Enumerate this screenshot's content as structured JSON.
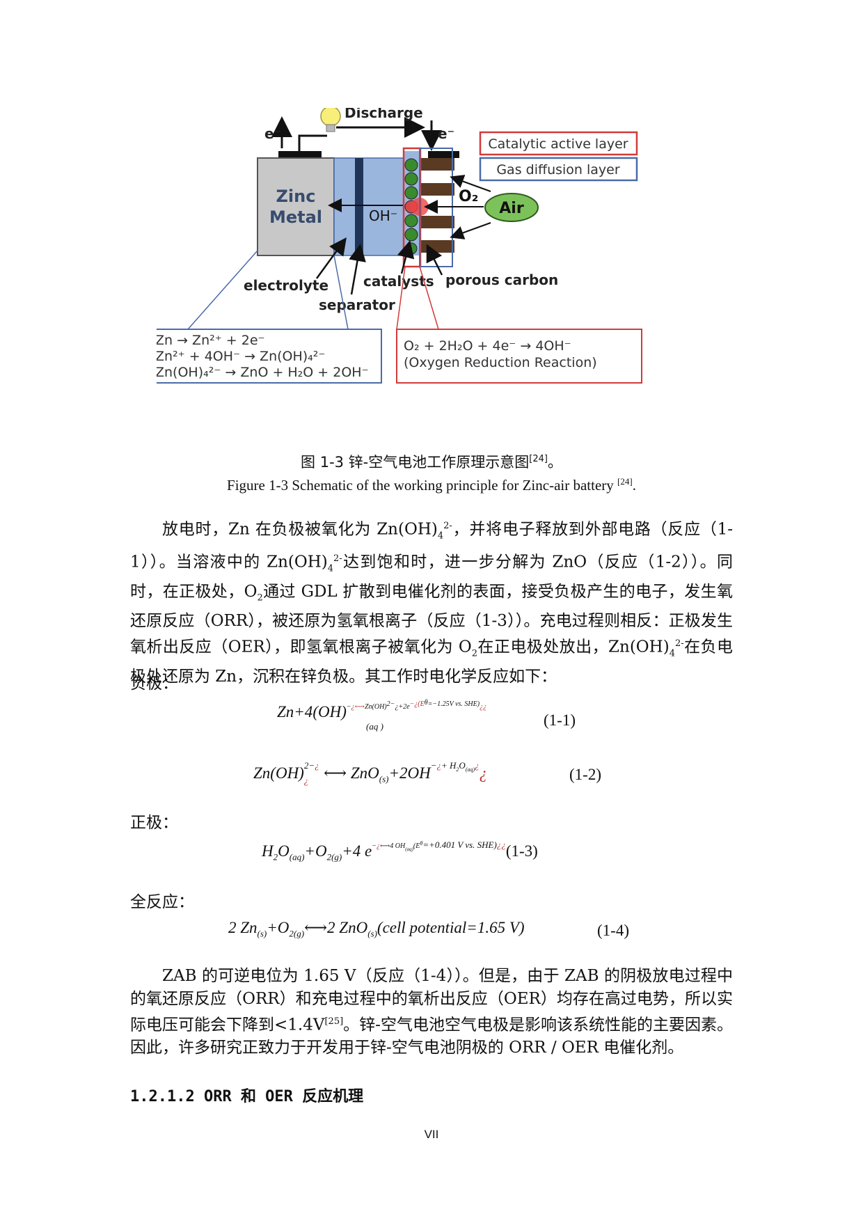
{
  "figure": {
    "discharge": "Discharge",
    "e_left": "e⁻",
    "e_right": "e⁻",
    "zinc_line1": "Zinc",
    "zinc_line2": "Metal",
    "oh": "OH⁻",
    "o2": "O₂",
    "air": "Air",
    "catalytic_layer": "Catalytic active layer",
    "gas_layer": "Gas diffusion layer",
    "electrolyte": "electrolyte",
    "catalysts": "catalysts",
    "porous_carbon": "porous carbon",
    "separator": "separator",
    "anode_eq1": "Zn → Zn²⁺ + 2e⁻",
    "anode_eq2": "Zn²⁺ + 4OH⁻ → Zn(OH)₄²⁻",
    "anode_eq3": "Zn(OH)₄²⁻ → ZnO + H₂O + 2OH⁻",
    "cathode_eq1": "O₂ + 2H₂O + 4e⁻ → 4OH⁻",
    "cathode_eq2": "(Oxygen Reduction Reaction)",
    "colors": {
      "zinc": "#c8c8c8",
      "electrolyte": "#9bb6dc",
      "separator": "#1f3558",
      "catalyst": "#3a8a2e",
      "carbon": "#5a3a22",
      "red_box": "#d23a3a",
      "blue_box": "#4a6aa8",
      "air": "#7cc25a"
    }
  },
  "captions": {
    "cn_text": "图 1-3 锌-空气电池工作原理示意图",
    "cn_ref": "[24]",
    "cn_end": "。",
    "en_text": "Figure 1-3 Schematic of the working principle for Zinc-air battery ",
    "en_ref": "[24]",
    "en_end": "."
  },
  "para1": {
    "s1": "放电时，Zn 在负极被氧化为 Zn(OH)",
    "s2": "，并将电子释放到外部电路（反应（1-1））。当溶液中的 Zn(OH)",
    "s3": "达到饱和时，进一步分解为 ZnO（反应（1-2））。同时，在正极处，O",
    "s4": "通过 GDL 扩散到电催化剂的表面，接受负极产生的电子，发生氧还原反应（ORR），被还原为氢氧根离子（反应（1-3））。充电过程则相反：正极发生氧析出反应（OER），即氢氧根离子被氧化为 O",
    "s5": "在正电极处放出，Zn(OH)",
    "s6": "在负电极处还原为 Zn，沉积在锌负极。其工作时电化学反应如下：",
    "sub4": "4",
    "sup2m": "2-",
    "sub2": "2"
  },
  "labels": {
    "anode": "负极：",
    "cathode": "正极：",
    "overall": "全反应："
  },
  "equations": {
    "eq1_main_a": "Zn+4",
    "eq1_main_b": "(OH)",
    "eq1_sup": "−",
    "eq1_red": "¿⟷",
    "eq1_tail": "Zn(OH)",
    "eq1_tail2": "2−",
    "eq1_tail3": "¿+2e",
    "eq1_tail4": "−¿(E",
    "eq1_tail5": "θ",
    "eq1_tail6": "=−1.25V vs. SHE)",
    "eq1_tail7": "¿¿",
    "eq1_sub": "(aq )",
    "eq1_num": "(1-1)",
    "eq2_a": "Zn",
    "eq2_b": "(OH)",
    "eq2_sup": "2−",
    "eq2_sup_red": "¿",
    "eq2_sub_red": "¿",
    "eq2_c": "⟷ ZnO",
    "eq2_sub_s": "(s)",
    "eq2_d": "+2OH",
    "eq2_sup2": "−",
    "eq2_sup2_red": "¿",
    "eq2_sup3": "+ H",
    "eq2_sup3b": "2",
    "eq2_sup3c": "O",
    "eq2_sup3d": "(aq)",
    "eq2_sup3e": "¿",
    "eq2_end_red": "¿",
    "eq2_num": "(1-2)",
    "eq3_a": "H",
    "eq3_a_sub": "2",
    "eq3_b": "O",
    "eq3_b_sub": "(aq)",
    "eq3_c": "+O",
    "eq3_c_sub": "2(g)",
    "eq3_d": "+4 e",
    "eq3_sup_a": "−",
    "eq3_sup_red": "¿",
    "eq3_sup_b": "⟷4 OH",
    "eq3_sup_c": "(aq)",
    "eq3_sup_d": "(E",
    "eq3_sup_e": "θ",
    "eq3_sup_f": "=+0.401 V vs. SHE)",
    "eq3_sup_red2": "¿¿",
    "eq3_num": "(1-3)",
    "eq4_a": "2 Zn",
    "eq4_a_sub": "(s)",
    "eq4_b": "+O",
    "eq4_b_sub": "2(g)",
    "eq4_c": "⟷2 ZnO",
    "eq4_c_sub": "(s)",
    "eq4_d": "(cell potential=1.65 V)",
    "eq4_num": "(1-4)"
  },
  "para2": {
    "s1": "ZAB 的可逆电位为 1.65 V（反应（1-4））。但是，由于 ZAB 的阴极放电过程中的氧还原反应（ORR）和充电过程中的氧析出反应（OER）均存在高过电势，所以实际电压可能会下降到<1.4V",
    "ref": "[25]",
    "s2": "。锌-空气电池空气电极是影响该系统性能的主要因素。因此，许多研究正致力于开发用于锌-空气电池阴极的 ORR / OER 电催化剂。"
  },
  "heading": "1.2.1.2 ORR 和 OER 反应机理",
  "page_number": "VII"
}
